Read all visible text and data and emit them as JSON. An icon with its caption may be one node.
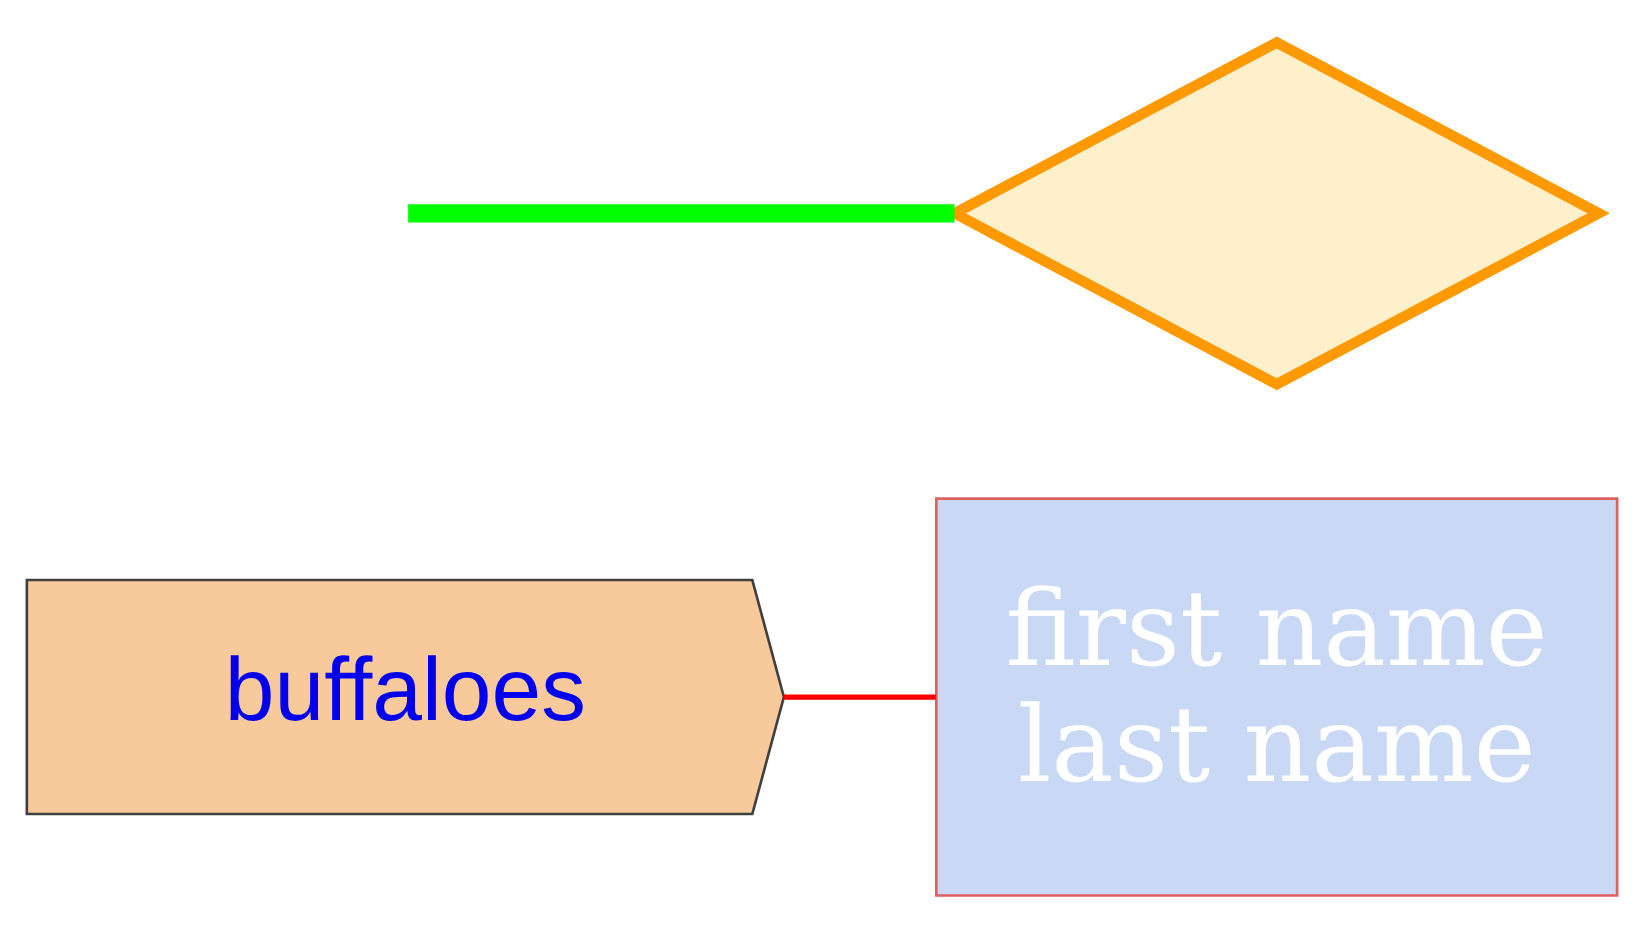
{
  "diagram": {
    "nodes": [
      {
        "text": [
          "first name last name"
        ]
      },
      {
        "text": [
          "buffaloes"
        ]
      },
      {
        "text": [],
        "shape": "diamond"
      }
    ],
    "edges": [
      {
        "from": 1,
        "to": 0,
        "arrow": "none",
        "color": "#ff0000"
      },
      {
        "from": null,
        "to": 2,
        "arrow": "none",
        "style": "thick",
        "color": "#00ff00"
      }
    ]
  }
}
